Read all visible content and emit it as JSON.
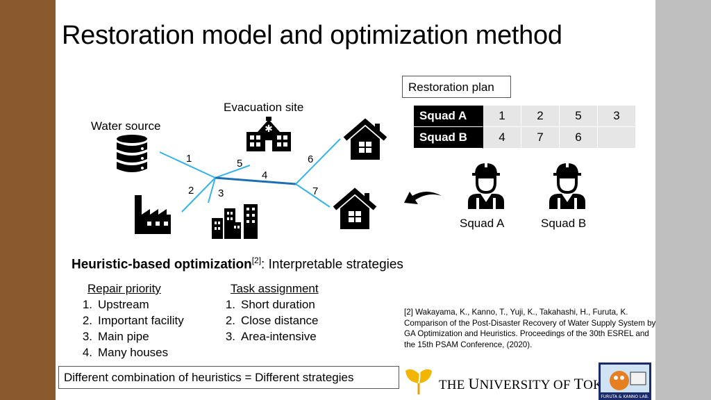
{
  "colors": {
    "left_bar": "#8a5a2e",
    "right_bar": "#bfbfbf",
    "pipe_light": "#35b3e8",
    "pipe_main": "#1d6fb5",
    "table_head": "#000000",
    "table_cell": "#e6e6e6"
  },
  "slide": {
    "title": "Restoration model and optimization method"
  },
  "network": {
    "water_source": "Water source",
    "evacuation_site": "Evacuation site",
    "pipe_labels": [
      "1",
      "2",
      "3",
      "4",
      "5",
      "6",
      "7"
    ]
  },
  "plan": {
    "title": "Restoration plan",
    "rows": [
      {
        "squad": "Squad A",
        "tasks": [
          "1",
          "2",
          "5",
          "3"
        ]
      },
      {
        "squad": "Squad B",
        "tasks": [
          "4",
          "7",
          "6",
          ""
        ]
      }
    ]
  },
  "squads": {
    "a": "Squad A",
    "b": "Squad B"
  },
  "heuristic": {
    "bold": "Heuristic-based optimization",
    "cite": "[2]",
    "rest": ": Interpretable strategies"
  },
  "repair_priority": {
    "title": "Repair priority",
    "items": [
      {
        "n": "1.",
        "text": "Upstream"
      },
      {
        "n": "2.",
        "text": "Important facility"
      },
      {
        "n": "3.",
        "text": "Main pipe"
      },
      {
        "n": "4.",
        "text": "Many houses"
      }
    ]
  },
  "task_assignment": {
    "title": "Task assignment",
    "items": [
      {
        "n": "1.",
        "text": "Short duration"
      },
      {
        "n": "2.",
        "text": "Close distance"
      },
      {
        "n": "3.",
        "text": "Area-intensive"
      }
    ]
  },
  "reference": "[2] Wakayama, K., Kanno, T., Yuji, K., Takahashi, H., Furuta, K. Comparison of the Post-Disaster Recovery of Water Supply System by GA Optimization and Heuristics. Proceedings of the 30th ESREL and the 15th PSAM Conference, (2020).",
  "footer": {
    "summary": "Different combination of heuristics = Different strategies",
    "university_the": "THE ",
    "university_u": "U",
    "university_niversity": "NIVERSITY OF ",
    "university_t": "T",
    "university_okyo": "OKYO",
    "lab_logo_text": "FURUTA & KANNO LAB."
  }
}
